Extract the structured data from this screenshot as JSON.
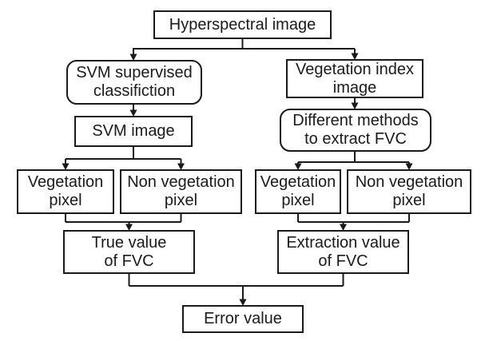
{
  "figure": {
    "type": "flowchart",
    "background": "#ffffff",
    "ink": "#1a1a1a"
  },
  "nodes": {
    "hyperspectral": {
      "label": "Hyperspectral image",
      "shape": "rect"
    },
    "svm_supervised": {
      "label": "SVM supervised\nclassifiction",
      "shape": "rounded"
    },
    "vegetation_index": {
      "label": "Vegetation index\nimage",
      "shape": "rect"
    },
    "svm_image": {
      "label": "SVM image",
      "shape": "rect"
    },
    "different_methods": {
      "label": "Different methods\nto extract FVC",
      "shape": "rounded"
    },
    "left_vegetation_pixel": {
      "label": "Vegetation\npixel",
      "shape": "rect"
    },
    "left_non_vegetation_pixel": {
      "label": "Non vegetation\npixel",
      "shape": "rect"
    },
    "right_vegetation_pixel": {
      "label": "Vegetation\npixel",
      "shape": "rect"
    },
    "right_non_vegetation_pixel": {
      "label": "Non vegetation\npixel",
      "shape": "rect"
    },
    "true_value": {
      "label": "True value\nof FVC",
      "shape": "rect"
    },
    "extraction_value": {
      "label": "Extraction value\nof FVC",
      "shape": "rect"
    },
    "error_value": {
      "label": "Error value",
      "shape": "rect"
    }
  },
  "edges": [
    {
      "from": "hyperspectral",
      "to": "svm_supervised"
    },
    {
      "from": "hyperspectral",
      "to": "vegetation_index"
    },
    {
      "from": "svm_supervised",
      "to": "svm_image"
    },
    {
      "from": "vegetation_index",
      "to": "different_methods"
    },
    {
      "from": "svm_image",
      "to": "left_vegetation_pixel"
    },
    {
      "from": "svm_image",
      "to": "left_non_vegetation_pixel"
    },
    {
      "from": "different_methods",
      "to": "right_vegetation_pixel"
    },
    {
      "from": "different_methods",
      "to": "right_non_vegetation_pixel"
    },
    {
      "from": "left_vegetation_pixel",
      "to": "true_value"
    },
    {
      "from": "left_non_vegetation_pixel",
      "to": "true_value"
    },
    {
      "from": "right_vegetation_pixel",
      "to": "extraction_value"
    },
    {
      "from": "right_non_vegetation_pixel",
      "to": "extraction_value"
    },
    {
      "from": "true_value",
      "to": "error_value"
    },
    {
      "from": "extraction_value",
      "to": "error_value"
    }
  ]
}
